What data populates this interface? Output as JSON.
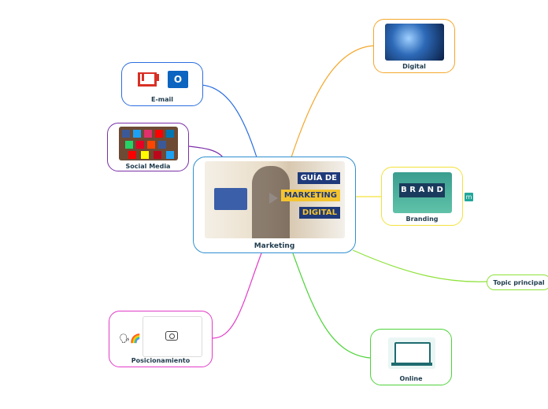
{
  "central": {
    "label": "Marketing",
    "video": {
      "line1": "GUÍA DE",
      "line2": "MARKETING",
      "line3": "DIGITAL"
    }
  },
  "nodes": {
    "digital": {
      "label": "Digital",
      "color": "#f4a72a"
    },
    "email": {
      "label": "E-mail",
      "color": "#2c6fe0",
      "icons": [
        "gmail-icon",
        "outlook-icon"
      ]
    },
    "social": {
      "label": "Social Media",
      "color": "#7b2fa8"
    },
    "branding": {
      "label": "Branding",
      "color": "#f3e23a",
      "side_icon": "mindmeister-icon"
    },
    "topic": {
      "label": "Topic principal",
      "color": "#8ee23a"
    },
    "online": {
      "label": "Online",
      "color": "#4ed33a"
    },
    "posicionamiento": {
      "label": "Posicionamiento",
      "color": "#e23ac8",
      "emoji": "🗣🌈"
    }
  }
}
